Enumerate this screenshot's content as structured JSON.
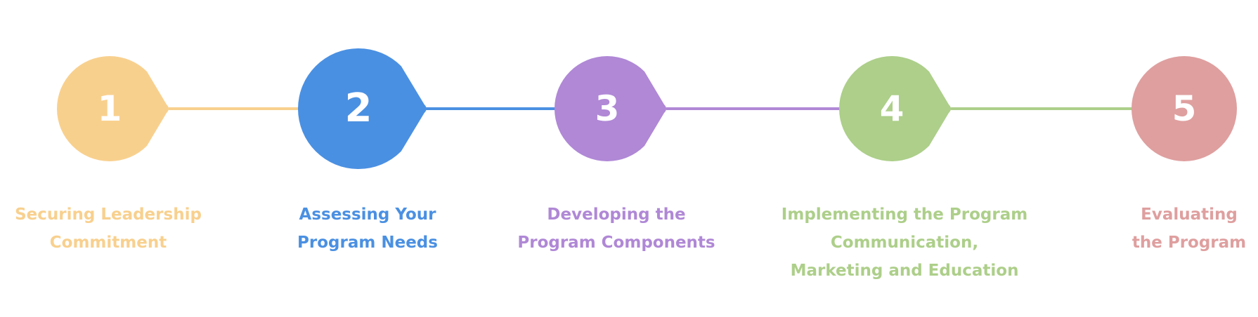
{
  "steps": [
    {
      "number": "1",
      "label_lines": [
        "Securing Leadership",
        "Commitment"
      ],
      "color": "#F8D08E"
    },
    {
      "number": "2",
      "label_lines": [
        "Assessing Your",
        "Program Needs"
      ],
      "color": "#4A90E2"
    },
    {
      "number": "3",
      "label_lines": [
        "Developing the",
        "Program Components"
      ],
      "color": "#B088D6"
    },
    {
      "number": "4",
      "label_lines": [
        "Implementing the Program",
        "Communication,",
        "Marketing and Education"
      ],
      "color": "#ADCF8A"
    },
    {
      "number": "5",
      "label_lines": [
        "Evaluating",
        "the Program"
      ],
      "color": "#DF9F9F"
    }
  ]
}
